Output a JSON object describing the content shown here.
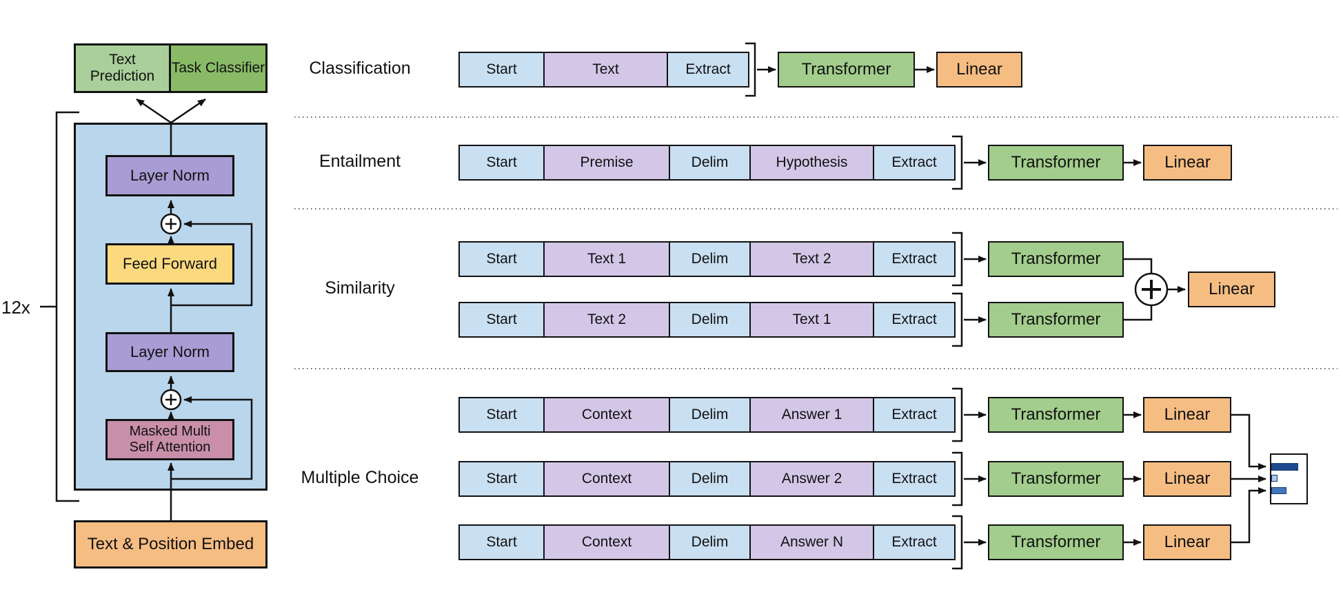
{
  "left_diagram": {
    "text_prediction": "Text Prediction",
    "task_classifier": "Task Classifier",
    "layer_norm_top": "Layer Norm",
    "feed_forward": "Feed Forward",
    "layer_norm_bottom": "Layer Norm",
    "masked_attention": "Masked Multi\nSelf Attention",
    "embed": "Text & Position Embed",
    "repeat_label": "12x"
  },
  "tasks": [
    {
      "label": "Classification",
      "rows": [
        {
          "cells": [
            "Start",
            "Text",
            "Extract"
          ],
          "transformer": "Transformer",
          "linear": "Linear"
        }
      ]
    },
    {
      "label": "Entailment",
      "rows": [
        {
          "cells": [
            "Start",
            "Premise",
            "Delim",
            "Hypothesis",
            "Extract"
          ],
          "transformer": "Transformer",
          "linear": "Linear"
        }
      ]
    },
    {
      "label": "Similarity",
      "rows": [
        {
          "cells": [
            "Start",
            "Text 1",
            "Delim",
            "Text 2",
            "Extract"
          ],
          "transformer": "Transformer"
        },
        {
          "cells": [
            "Start",
            "Text 2",
            "Delim",
            "Text 1",
            "Extract"
          ],
          "transformer": "Transformer"
        }
      ],
      "merge_op": "+",
      "merge_linear": "Linear"
    },
    {
      "label": "Multiple Choice",
      "rows": [
        {
          "cells": [
            "Start",
            "Context",
            "Delim",
            "Answer 1",
            "Extract"
          ],
          "transformer": "Transformer",
          "linear": "Linear"
        },
        {
          "cells": [
            "Start",
            "Context",
            "Delim",
            "Answer 2",
            "Extract"
          ],
          "transformer": "Transformer",
          "linear": "Linear"
        },
        {
          "cells": [
            "Start",
            "Context",
            "Delim",
            "Answer N",
            "Extract"
          ],
          "transformer": "Transformer",
          "linear": "Linear"
        }
      ],
      "result_bars": [
        0.72,
        0.16,
        0.41
      ]
    }
  ],
  "colors": {
    "green_light": "#abcf9a",
    "green": "#89bb67",
    "transformer_green": "#a2cd8c",
    "panel_blue": "#bad6ec",
    "purple": "#a89cd4",
    "yellow": "#fcd97e",
    "pink": "#c98fa9",
    "orange": "#f6bd83",
    "cell_blue": "#c9dff2",
    "cell_purple": "#d3c7e8",
    "bar_dark": "#1d4a8f",
    "bar_light": "#adc8e8",
    "bar_mid": "#4377bd"
  }
}
